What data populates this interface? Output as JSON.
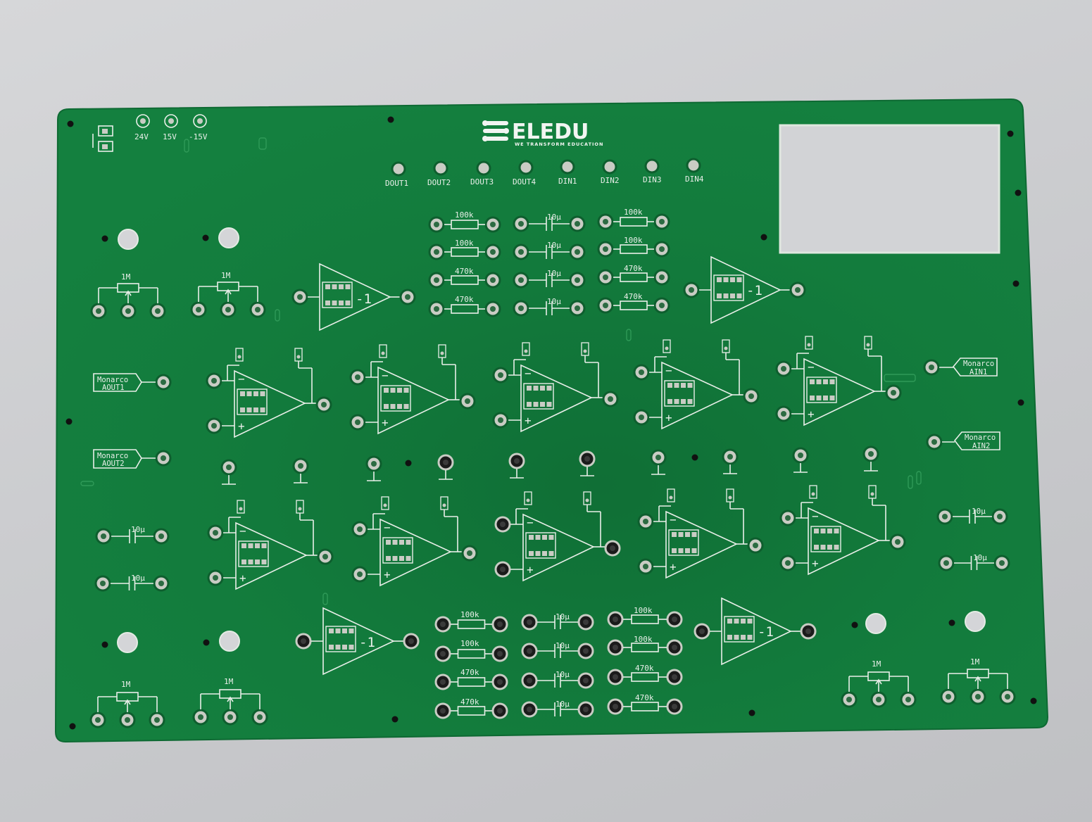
{
  "logo": {
    "brand": "ELEDU",
    "tagline": "WE TRANSFORM EDUCATION"
  },
  "power": [
    "24V",
    "15V",
    "-15V"
  ],
  "digital_io": [
    "DOUT1",
    "DOUT2",
    "DOUT3",
    "DOUT4",
    "DIN1",
    "DIN2",
    "DIN3",
    "DIN4"
  ],
  "passives": {
    "top": {
      "left": [
        "100k",
        "100k",
        "470k",
        "470k"
      ],
      "center": [
        "10µ",
        "10µ",
        "10µ",
        "10µ"
      ],
      "right": [
        "100k",
        "100k",
        "470k",
        "470k"
      ]
    },
    "bottom": {
      "left": [
        "100k",
        "100k",
        "470k",
        "470k"
      ],
      "center": [
        "10µ",
        "10µ",
        "10µ",
        "10µ"
      ],
      "right": [
        "100k",
        "100k",
        "470k",
        "470k"
      ]
    }
  },
  "pot_label": "1M",
  "cap_label": "10µ",
  "inverter_label": "-1",
  "monarco": {
    "aout1": [
      "Monarco",
      "AOUT1"
    ],
    "aout2": [
      "Monarco",
      "AOUT2"
    ],
    "ain1": [
      "Monarco",
      "AIN1"
    ],
    "ain2": [
      "Monarco",
      "AIN2"
    ]
  },
  "colors": {
    "pcb": "#14803f",
    "silkscreen": "#e9efe9",
    "pad": "#c9ccc4",
    "background": "#cfd0d3"
  }
}
